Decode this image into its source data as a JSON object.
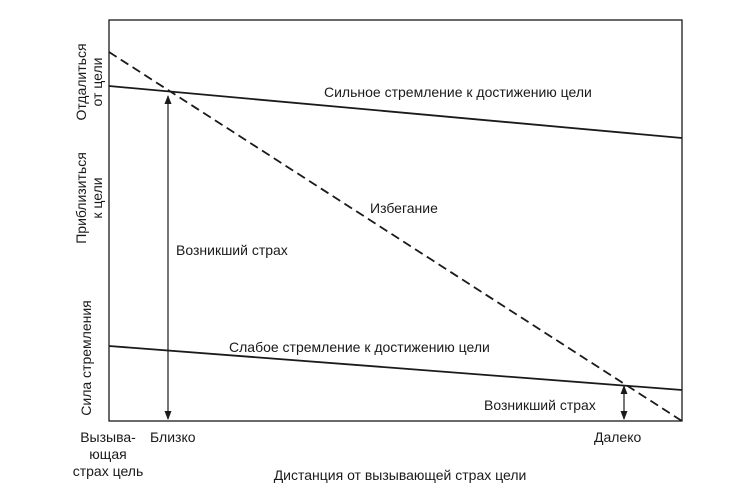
{
  "diagram": {
    "y_axis": {
      "top_label": [
        "Отдалиться",
        "от цели"
      ],
      "middle_label": [
        "Приблизиться",
        "к цели"
      ],
      "bottom_label": "Сила стремления"
    },
    "x_axis": {
      "title": "Дистанция от вызывающей страх цели",
      "origin_label": [
        "Вызыва-",
        "ющая",
        "страх цель"
      ],
      "near_label": "Близко",
      "far_label": "Далеко"
    },
    "lines": {
      "strong": "Сильное стремление к достижению цели",
      "weak": "Слабое стремление к достижению цели",
      "avoidance": "Избегание"
    },
    "arrows": {
      "big_fear": "Возникший страх",
      "small_fear": "Возникший страх"
    }
  }
}
